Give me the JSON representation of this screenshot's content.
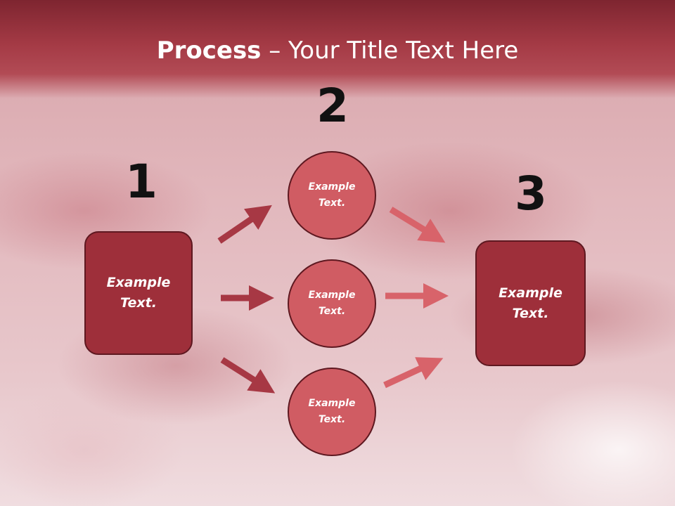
{
  "title": {
    "bold": "Process",
    "rest": " – Your Title Text Here"
  },
  "numbers": [
    "1",
    "2",
    "3"
  ],
  "nodes": {
    "left_box": "Example Text.",
    "circle_top": "Example Text.",
    "circle_mid": "Example Text.",
    "circle_bottom": "Example Text.",
    "right_box": "Example Text."
  },
  "colors": {
    "title_band": "#a43a45",
    "box_fill": "#9e2f3a",
    "circle_fill": "#d05c63",
    "arrow_left": "#a73844",
    "arrow_right": "#d8636a"
  }
}
